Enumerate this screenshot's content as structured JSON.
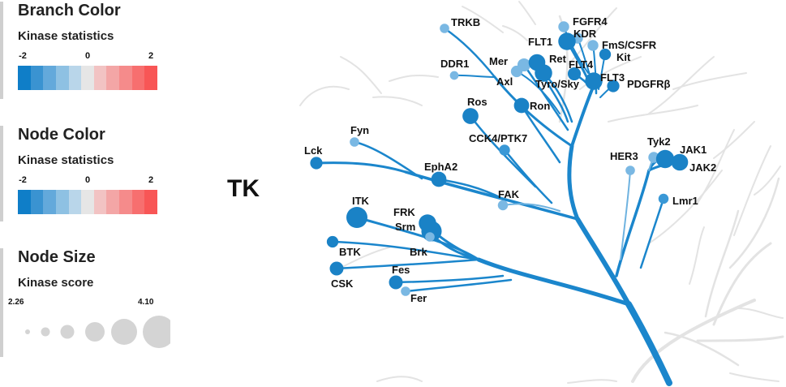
{
  "legend": {
    "branch_color": {
      "title": "Branch Color",
      "subtitle": "Kinase statistics",
      "ticks": [
        "-2",
        "0",
        "2"
      ],
      "colors": [
        "#0f7ec8",
        "#3a93d1",
        "#63a9db",
        "#8ec1e3",
        "#b9d6ea",
        "#e6e6e6",
        "#f2c3c3",
        "#f3a6a6",
        "#f58b8b",
        "#f76f6f",
        "#f85656"
      ]
    },
    "node_color": {
      "title": "Node Color",
      "subtitle": "Kinase statistics",
      "ticks": [
        "-2",
        "0",
        "2"
      ],
      "colors": [
        "#0f7ec8",
        "#3a93d1",
        "#63a9db",
        "#8ec1e3",
        "#b9d6ea",
        "#e6e6e6",
        "#f2c3c3",
        "#f3a6a6",
        "#f58b8b",
        "#f76f6f",
        "#f85656"
      ]
    },
    "node_size": {
      "title": "Node Size",
      "subtitle": "Kinase score",
      "min_label": "2.26",
      "max_label": "4.10",
      "steps": 6,
      "color": "#d4d4d4"
    }
  },
  "group_label": "TK",
  "colors": {
    "branch_active": "#1b86cc",
    "branch_light": "#6fb3e0",
    "branch_inactive": "#e3e3e3",
    "node_dark": "#1a82c6",
    "node_mid": "#3a98d6",
    "node_light": "#7ab8e3"
  },
  "kinases": [
    {
      "name": "TRKB",
      "score": 0.2,
      "shade": "light"
    },
    {
      "name": "FGFR4",
      "score": 0.3,
      "shade": "light"
    },
    {
      "name": "KDR",
      "score": 0.3,
      "shade": "light"
    },
    {
      "name": "FLT1",
      "score": 0.75,
      "shade": "dark"
    },
    {
      "name": "FmS/CSFR",
      "score": 0.3,
      "shade": "light"
    },
    {
      "name": "Kit",
      "score": 0.35,
      "shade": "dark"
    },
    {
      "name": "DDR1",
      "score": 0.15,
      "shade": "light"
    },
    {
      "name": "Mer",
      "score": 0.45,
      "shade": "light"
    },
    {
      "name": "Ret",
      "score": 0.7,
      "shade": "dark"
    },
    {
      "name": "FLT4",
      "score": 0.45,
      "shade": "dark"
    },
    {
      "name": "Axl",
      "score": 0.35,
      "shade": "light"
    },
    {
      "name": "Tyro/Sky",
      "score": 0.75,
      "shade": "dark"
    },
    {
      "name": "FLT3",
      "score": 0.75,
      "shade": "dark"
    },
    {
      "name": "PDGFRβ",
      "score": 0.4,
      "shade": "dark"
    },
    {
      "name": "Ros",
      "score": 0.65,
      "shade": "dark"
    },
    {
      "name": "Ron",
      "score": 0.6,
      "shade": "dark"
    },
    {
      "name": "Fyn",
      "score": 0.2,
      "shade": "light"
    },
    {
      "name": "CCK4/PTK7",
      "score": 0.3,
      "shade": "mid"
    },
    {
      "name": "Tyk2",
      "score": 0.3,
      "shade": "light"
    },
    {
      "name": "Lck",
      "score": 0.4,
      "shade": "dark"
    },
    {
      "name": "HER3",
      "score": 0.2,
      "shade": "light"
    },
    {
      "name": "JAK1",
      "score": 0.8,
      "shade": "dark"
    },
    {
      "name": "JAK2",
      "score": 0.7,
      "shade": "dark"
    },
    {
      "name": "EphA2",
      "score": 0.6,
      "shade": "dark"
    },
    {
      "name": "FAK",
      "score": 0.25,
      "shade": "light"
    },
    {
      "name": "Lmr1",
      "score": 0.25,
      "shade": "mid"
    },
    {
      "name": "ITK",
      "score": 1.0,
      "shade": "dark"
    },
    {
      "name": "FRK",
      "score": 0.75,
      "shade": "dark"
    },
    {
      "name": "Srm",
      "score": 0.95,
      "shade": "dark"
    },
    {
      "name": "Brk",
      "score": 0.2,
      "shade": "light"
    },
    {
      "name": "BTK",
      "score": 0.35,
      "shade": "dark"
    },
    {
      "name": "CSK",
      "score": 0.5,
      "shade": "dark"
    },
    {
      "name": "Fes",
      "score": 0.5,
      "shade": "dark"
    },
    {
      "name": "Fer",
      "score": 0.2,
      "shade": "light"
    }
  ]
}
